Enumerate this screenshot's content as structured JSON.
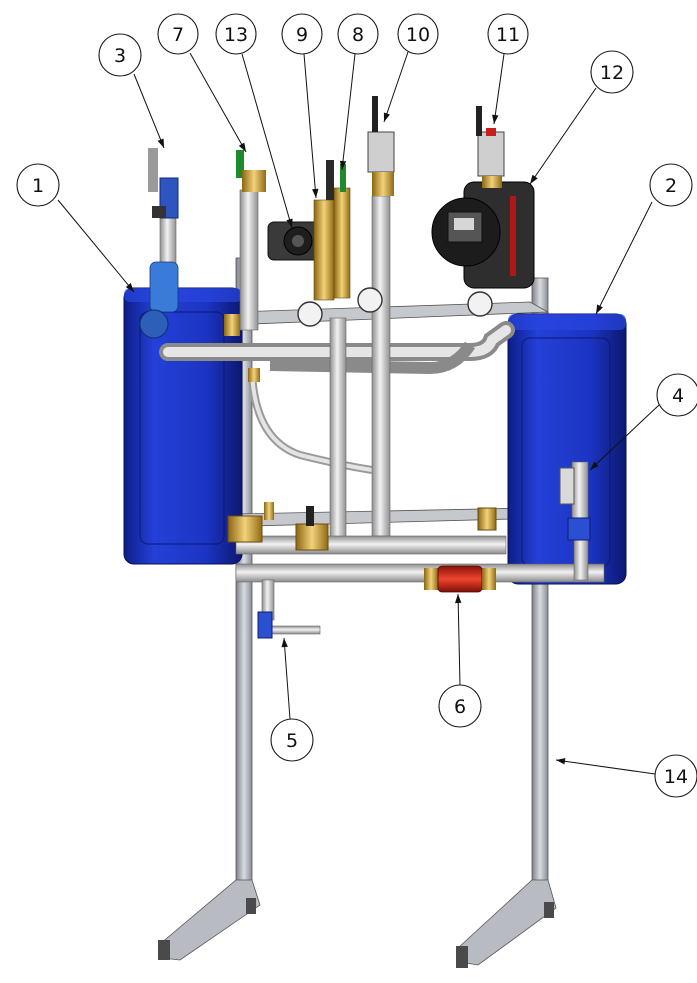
{
  "callouts": [
    {
      "label": "1"
    },
    {
      "label": "2"
    },
    {
      "label": "3"
    },
    {
      "label": "4"
    },
    {
      "label": "5"
    },
    {
      "label": "6"
    },
    {
      "label": "7"
    },
    {
      "label": "8"
    },
    {
      "label": "9"
    },
    {
      "label": "10"
    },
    {
      "label": "11"
    },
    {
      "label": "12"
    },
    {
      "label": "13"
    },
    {
      "label": "14"
    }
  ],
  "colors": {
    "tank_blue": "#1e36c8",
    "tank_blue_dark": "#0f1f8a",
    "pipe_grey": "#c9c9c9",
    "frame_grey": "#a9adb3",
    "brass": "#c99a2a",
    "red_sight": "#d42a1e",
    "pump_black": "#2b2b2b",
    "handle_green": "#1f8a2b",
    "handle_red": "#c81e1e"
  }
}
